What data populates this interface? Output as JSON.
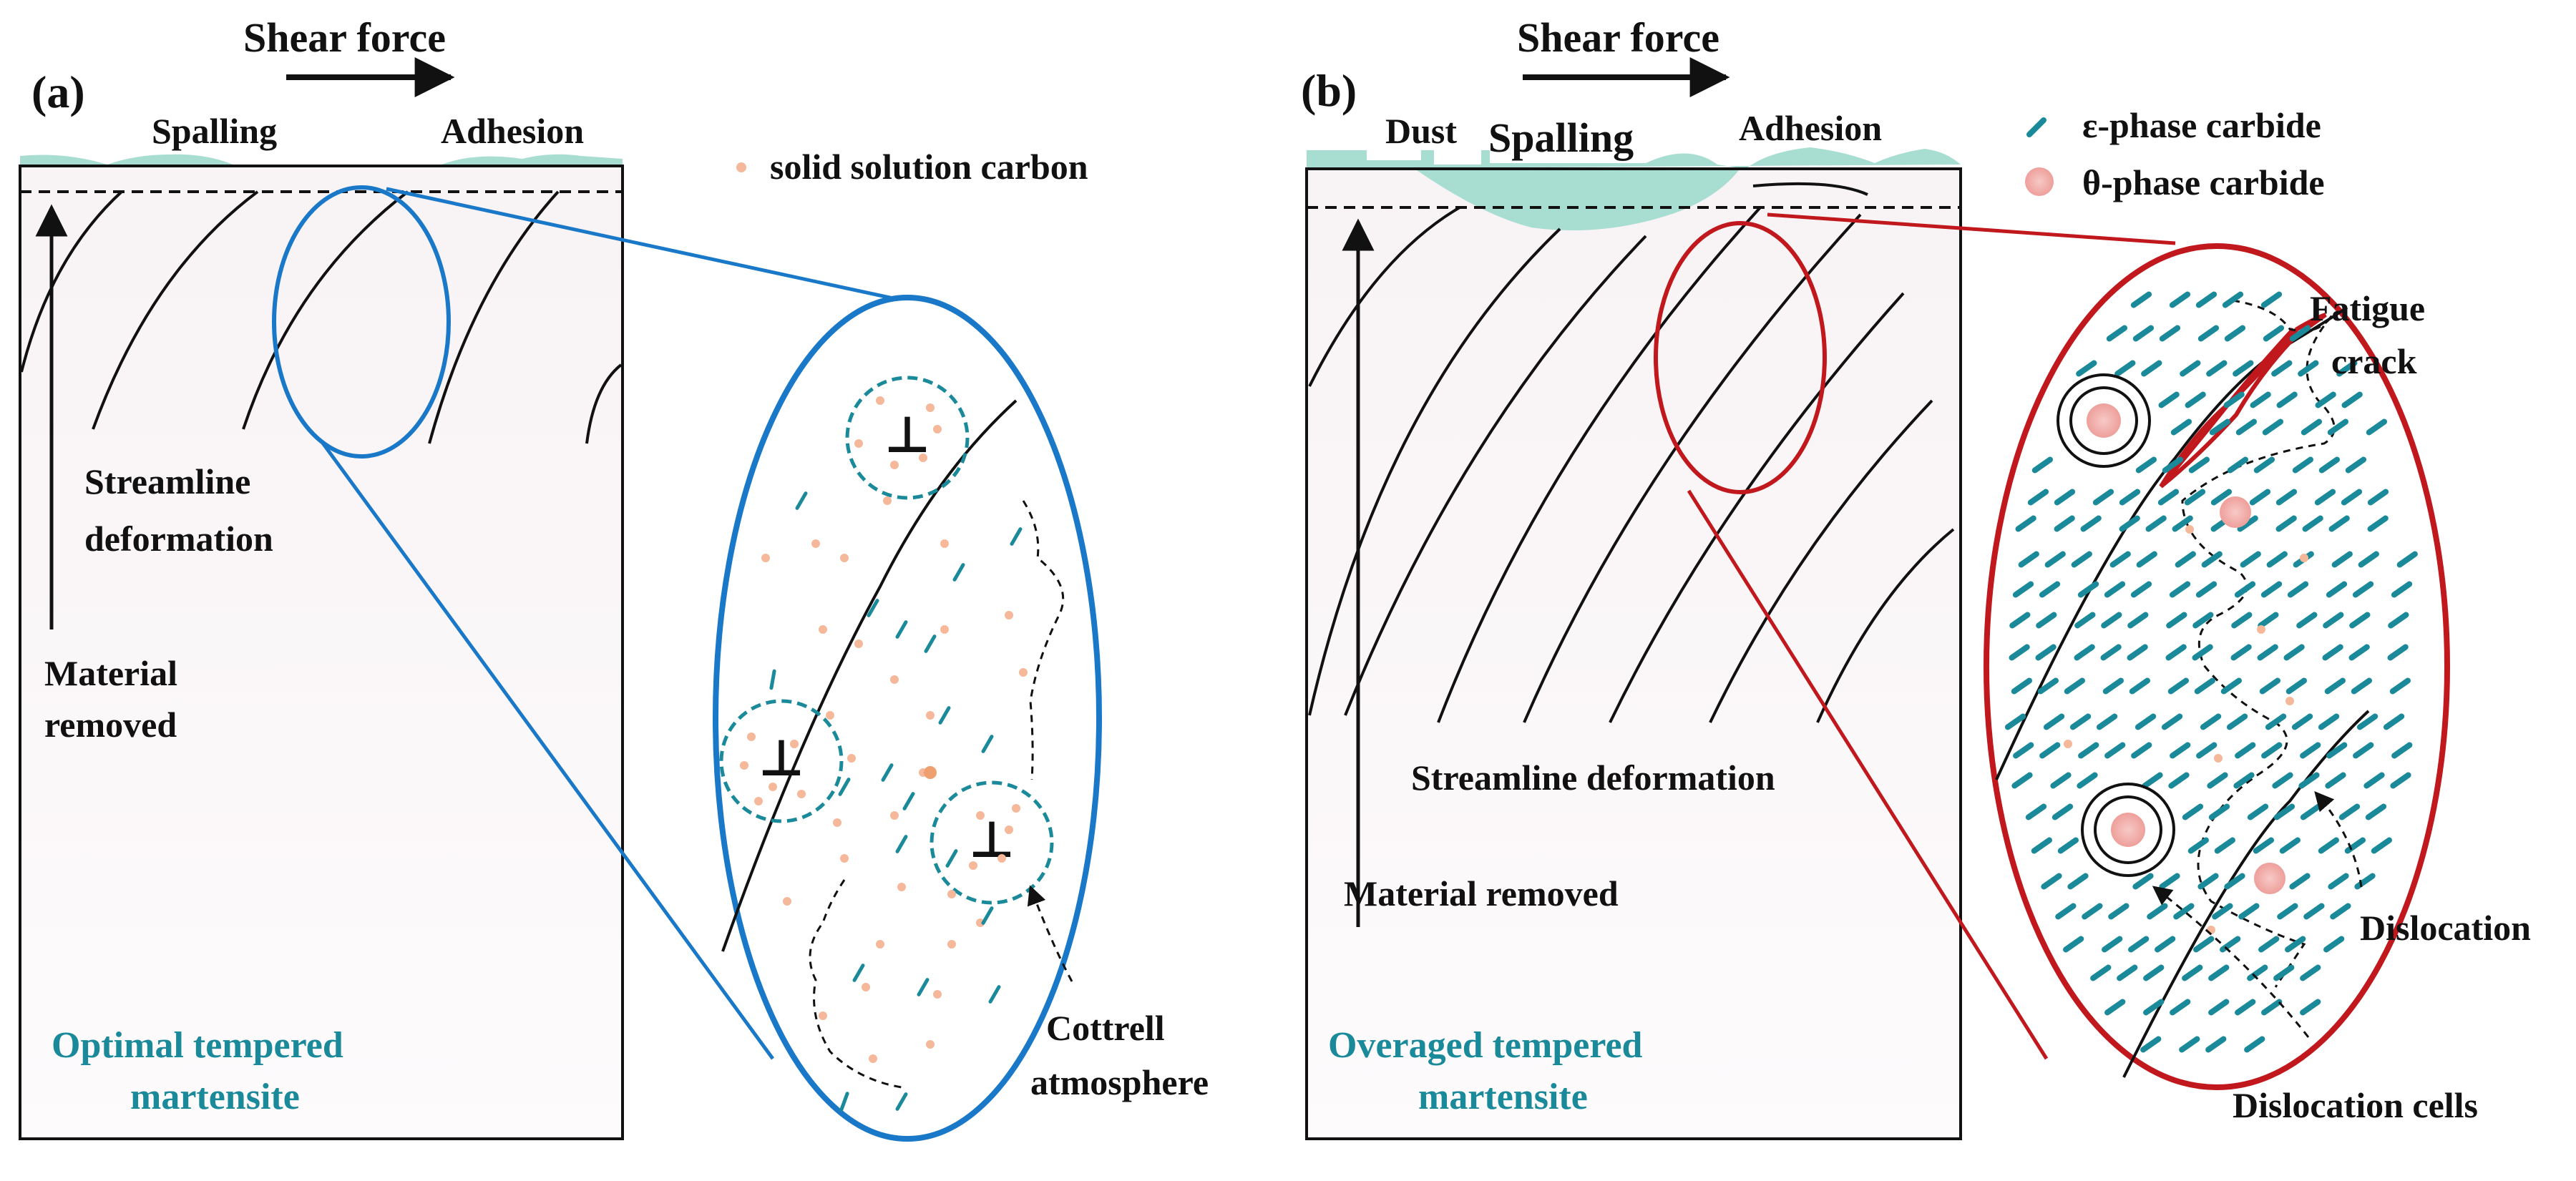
{
  "panel_a": {
    "letter": "(a)",
    "shear_force": "Shear force",
    "spalling": "Spalling",
    "adhesion": "Adhesion",
    "legend_carbon": "solid solution carbon",
    "streamline_line1": "Streamline",
    "streamline_line2": "deformation",
    "material_line1": "Material",
    "material_line2": "removed",
    "phase_line1": "Optimal tempered",
    "phase_line2": "martensite",
    "cottrell_line1": "Cottrell",
    "cottrell_line2": "atmosphere",
    "dislocation_symbol": "⊥"
  },
  "panel_b": {
    "letter": "(b)",
    "shear_force": "Shear force",
    "dust": "Dust",
    "spalling": "Spalling",
    "adhesion": "Adhesion",
    "legend_epsilon": "ε-phase carbide",
    "legend_theta": "θ-phase carbide",
    "fatigue_line1": "Fatigue",
    "fatigue_line2": "crack",
    "streamline": "Streamline deformation",
    "material": "Material removed",
    "phase_line1": "Overaged tempered",
    "phase_line2": "martensite",
    "dislocation": "Dislocation",
    "dislocation_cells": "Dislocation cells"
  },
  "colors": {
    "blue_zoom": "#1a78c8",
    "red_zoom": "#c0181c",
    "teal_phase": "#1a8a9a",
    "teal_carbide": "#1a8a9a",
    "adhesion_fill": "#a8ddd2",
    "carbon_dot": "#f5b89a",
    "theta_fill": "#f2b8b5"
  }
}
